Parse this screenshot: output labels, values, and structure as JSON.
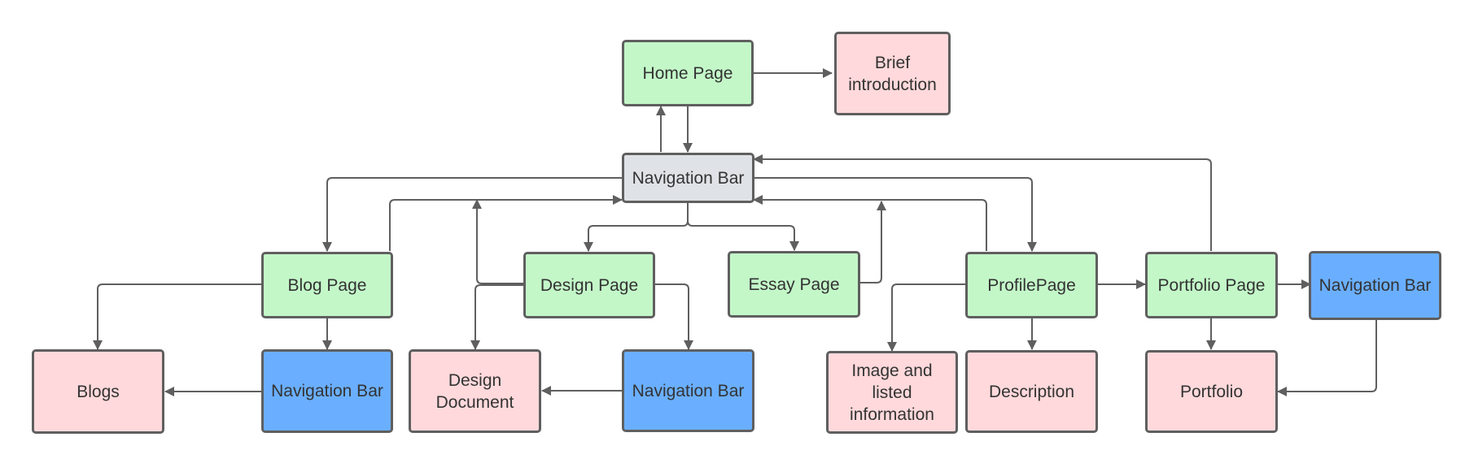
{
  "colors": {
    "page_node": "#c3f7c8",
    "content_node": "#ffd9db",
    "nav_node": "#6aafff",
    "main_nav_node": "#dfe2e6",
    "border": "#5f5f5f",
    "connector": "#5f5f5f"
  },
  "nodes": {
    "home_page": "Home Page",
    "brief_introduction": "Brief\nintroduction",
    "main_navigation_bar": "Navigation Bar",
    "blog_page": "Blog Page",
    "design_page": "Design Page",
    "essay_page": "Essay Page",
    "profile_page": "ProfilePage",
    "portfolio_page": "Portfolio Page",
    "portfolio_navigation_bar": "Navigation Bar",
    "blogs": "Blogs",
    "blog_navigation_bar": "Navigation Bar",
    "design_document": "Design\nDocument",
    "design_navigation_bar": "Navigation Bar",
    "image_and_listed_information": "Image and\nlisted\ninformation",
    "description": "Description",
    "portfolio": "Portfolio"
  },
  "connections": [
    {
      "from": "home_page",
      "to": "brief_introduction"
    },
    {
      "from": "home_page",
      "to": "main_navigation_bar"
    },
    {
      "from": "main_navigation_bar",
      "to": "home_page"
    },
    {
      "from": "main_navigation_bar",
      "to": "blog_page"
    },
    {
      "from": "blog_page",
      "to": "main_navigation_bar"
    },
    {
      "from": "main_navigation_bar",
      "to": "design_page"
    },
    {
      "from": "design_page",
      "to": "main_navigation_bar"
    },
    {
      "from": "main_navigation_bar",
      "to": "essay_page"
    },
    {
      "from": "essay_page",
      "to": "main_navigation_bar"
    },
    {
      "from": "main_navigation_bar",
      "to": "profile_page"
    },
    {
      "from": "profile_page",
      "to": "main_navigation_bar"
    },
    {
      "from": "portfolio_page",
      "to": "main_navigation_bar"
    },
    {
      "from": "blog_page",
      "to": "blogs"
    },
    {
      "from": "blog_page",
      "to": "blog_navigation_bar"
    },
    {
      "from": "blog_navigation_bar",
      "to": "blogs"
    },
    {
      "from": "design_page",
      "to": "design_document"
    },
    {
      "from": "design_page",
      "to": "design_navigation_bar"
    },
    {
      "from": "design_navigation_bar",
      "to": "design_document"
    },
    {
      "from": "profile_page",
      "to": "image_and_listed_information"
    },
    {
      "from": "profile_page",
      "to": "description"
    },
    {
      "from": "profile_page",
      "to": "portfolio_page"
    },
    {
      "from": "portfolio_page",
      "to": "portfolio_navigation_bar"
    },
    {
      "from": "portfolio_page",
      "to": "portfolio"
    },
    {
      "from": "portfolio_navigation_bar",
      "to": "portfolio"
    }
  ]
}
